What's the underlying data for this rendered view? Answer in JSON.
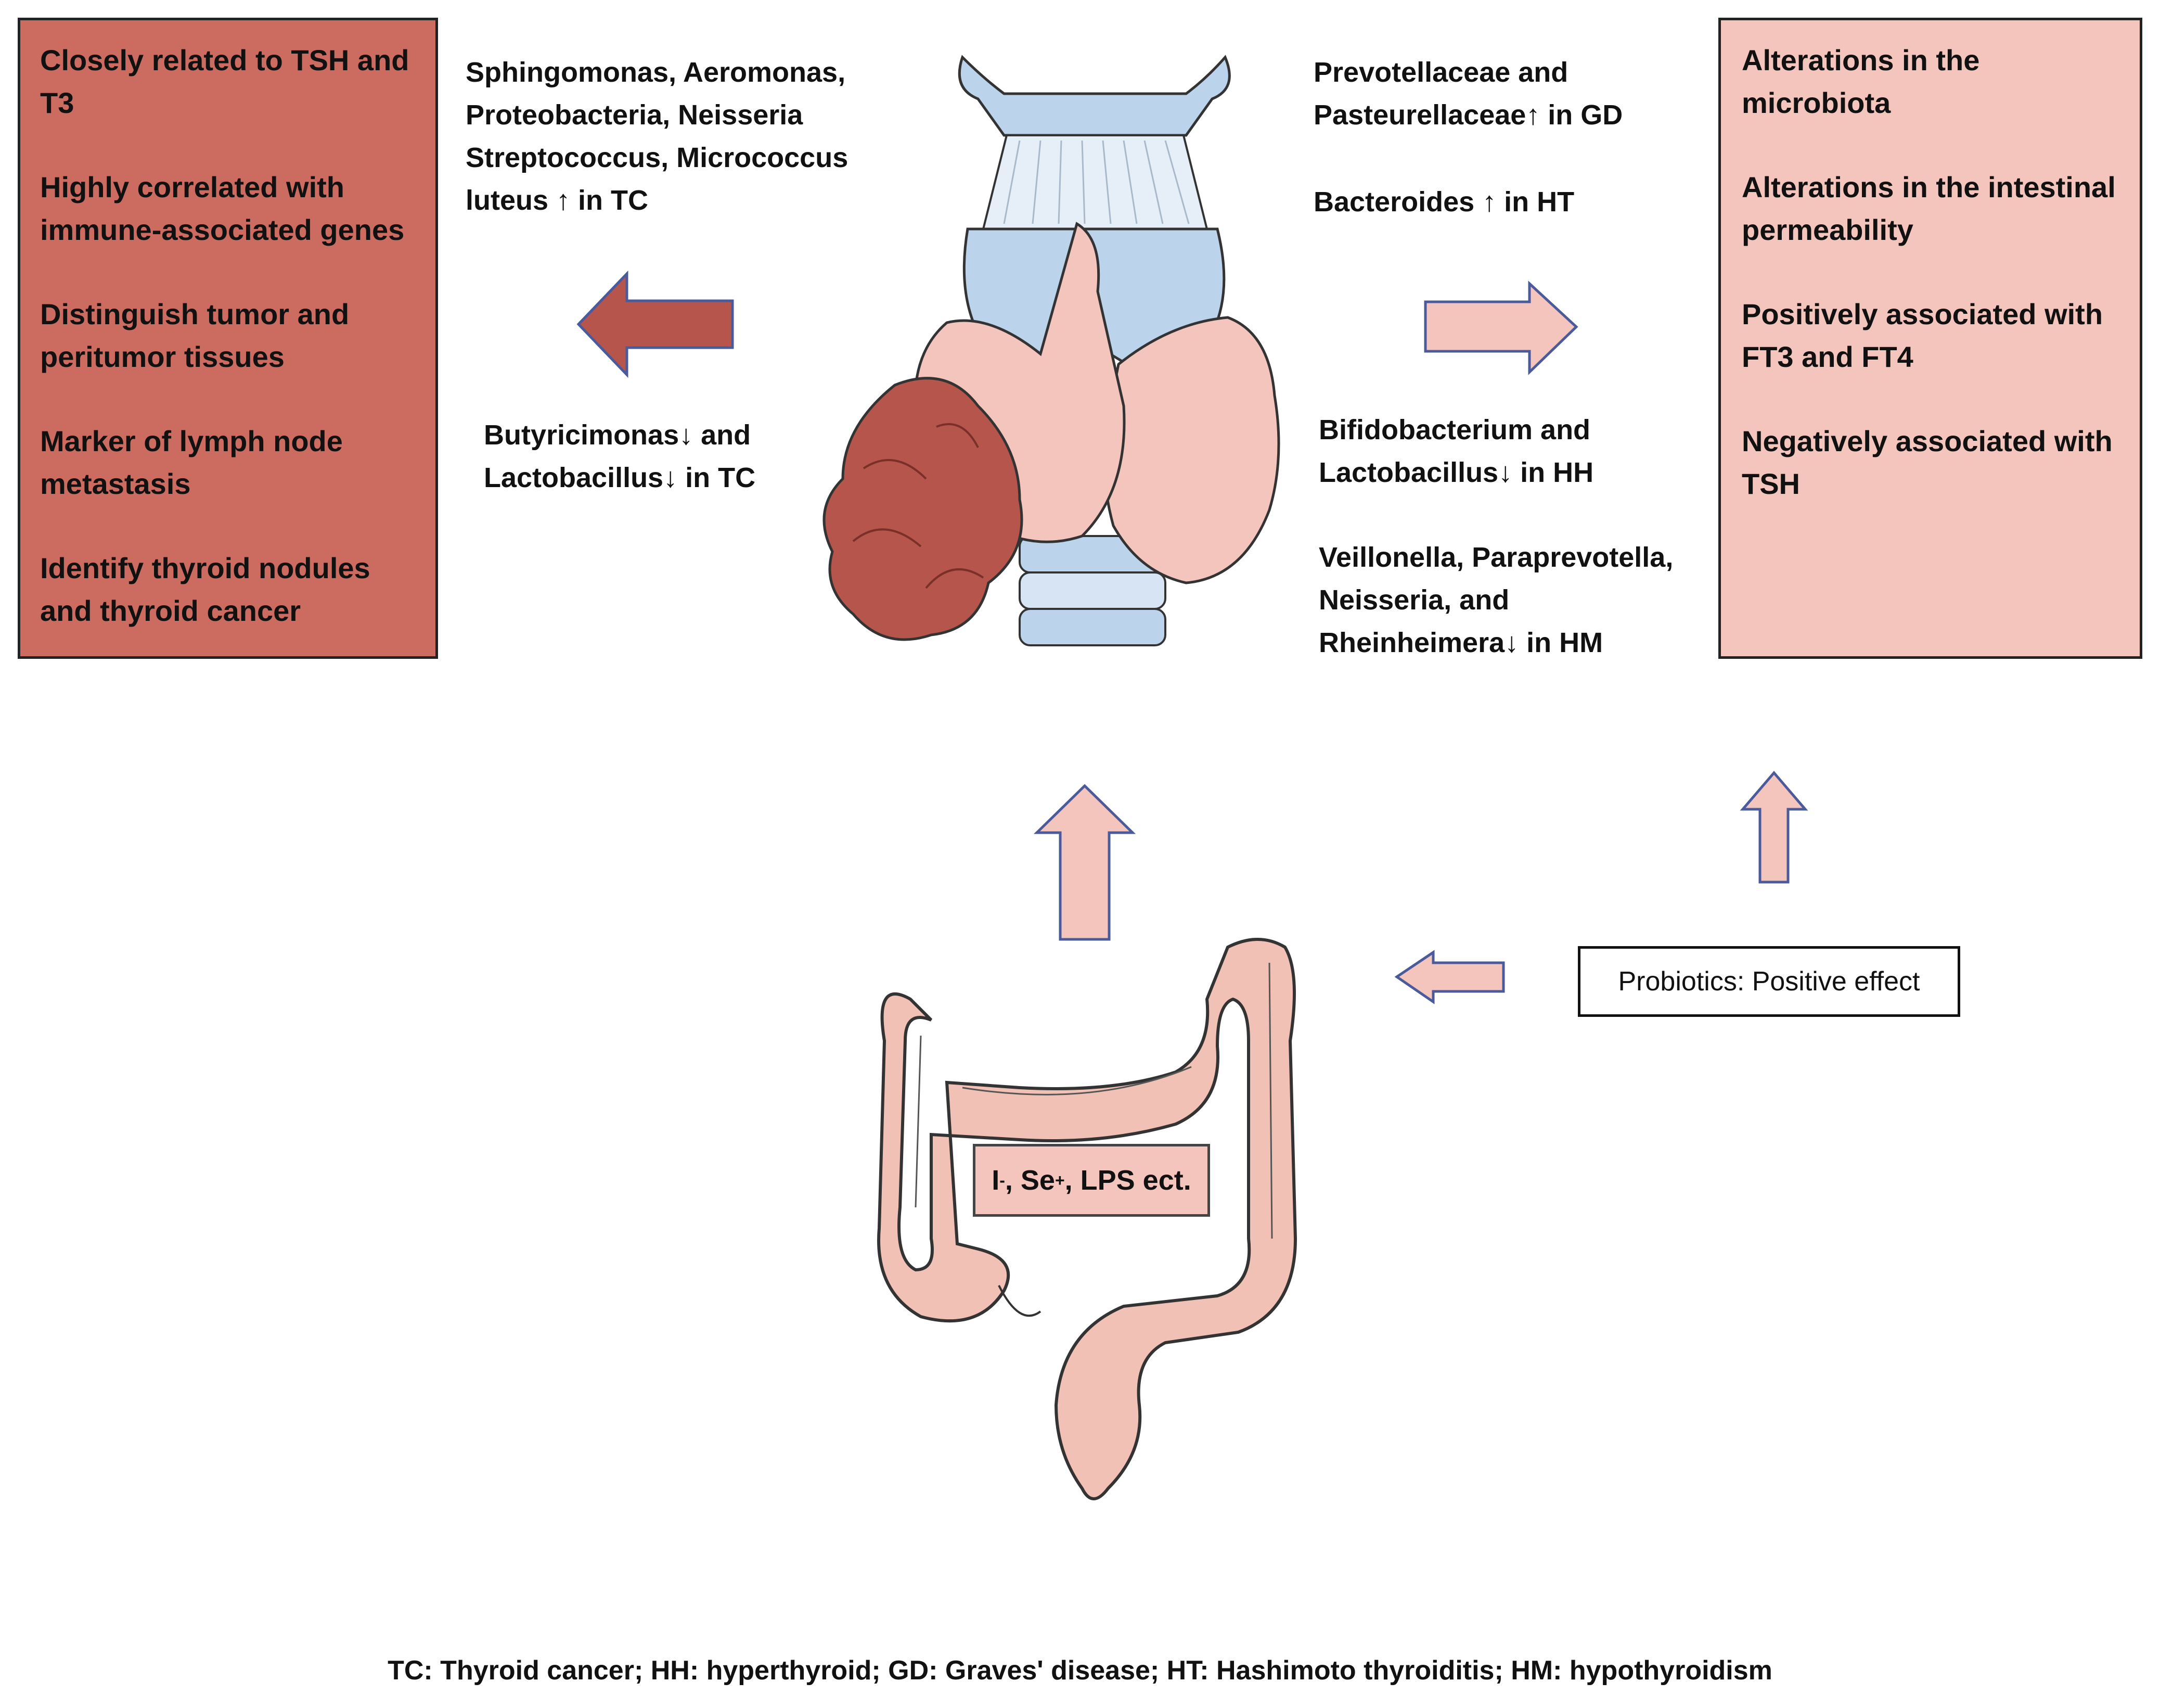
{
  "left_box": {
    "items": [
      "Closely related to TSH and T3",
      "Highly correlated with immune-associated genes",
      "Distinguish tumor and peritumor tissues",
      "Marker of lymph node metastasis",
      "Identify thyroid nodules and thyroid cancer"
    ],
    "fill": "#cc6b5f"
  },
  "right_box": {
    "items": [
      "Alterations in the microbiota",
      "Alterations in the intestinal permeability",
      "Positively associated with FT3 and FT4",
      "Negatively associated with TSH"
    ],
    "fill": "#f4c5bd"
  },
  "labels": {
    "tc_up": "Sphingomonas, Aeromonas, Proteobacteria, Neisseria Streptococcus, Micrococcus luteus ↑ in TC",
    "tc_down": "Butyricimonas↓ and Lactobacillus↓ in TC",
    "gd_up": "Prevotellaceae and Pasteurellaceae↑ in GD",
    "ht_up": "Bacteroides ↑ in HT",
    "hh_down": "Bifidobacterium and Lactobacillus↓ in HH",
    "hm_down": "Veillonella, Paraprevotella, Neisseria, and Rheinheimera↓ in HM"
  },
  "probiotics": "Probiotics: Positive effect",
  "ions": {
    "i": "I",
    "i_sup": "-",
    "se": ", Se",
    "se_sup": "+",
    "rest": ", LPS ect."
  },
  "legend": "TC: Thyroid cancer; HH: hyperthyroid; GD: Graves' disease; HT: Hashimoto thyroiditis; HM: hypothyroidism",
  "colors": {
    "dark_red": "#cc6b5f",
    "pink": "#f4c5bd",
    "arrow_outline": "#4a5a9a",
    "cartilage_blue": "#bcd3ec",
    "tumor": "#b5554b",
    "colon": "#f2c1b6"
  }
}
